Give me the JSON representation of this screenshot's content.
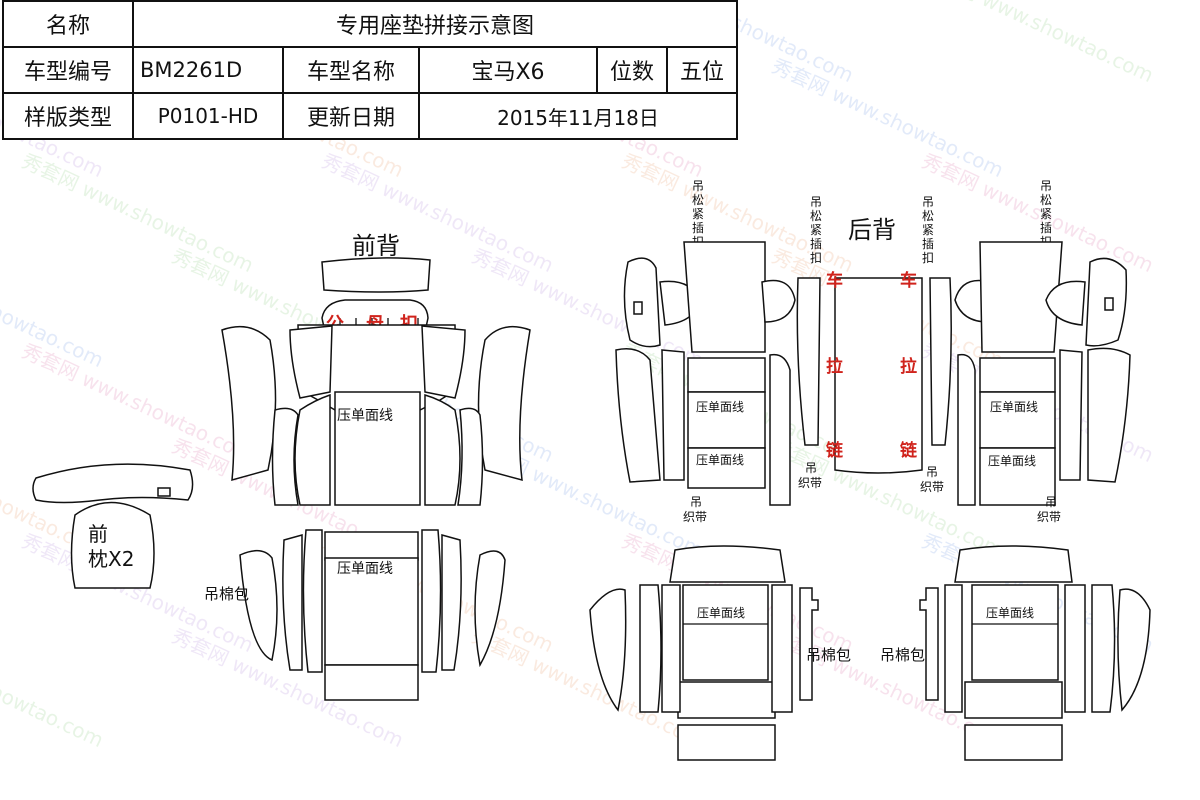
{
  "header": {
    "name_label": "名称",
    "name_value": "专用座垫拼接示意图",
    "model_no_label": "车型编号",
    "model_no_value": "BM2261D",
    "model_name_label": "车型名称",
    "model_name_value": "宝马X6",
    "seats_label": "位数",
    "seats_value": "五位",
    "pattern_type_label": "样版类型",
    "pattern_type_value": "P0101-HD",
    "update_date_label": "更新日期",
    "update_date_value": "2015年11月18日"
  },
  "labels": {
    "front_back": "前背",
    "rear_back": "后背",
    "snap": [
      "公",
      "母",
      "扣"
    ],
    "press_line": "压单面线",
    "pillow": "前",
    "pillow_qty": "枕X2",
    "cotton_bag": "吊棉包",
    "strap_1": "吊",
    "strap_2": "织带",
    "buckle": [
      "吊",
      "松",
      "紧",
      "插",
      "扣"
    ],
    "zipper": [
      "车",
      "拉",
      "链"
    ]
  },
  "watermark": {
    "brand": "秀套网",
    "url": "www.showtao.com",
    "colors": [
      "#e8a8c8",
      "#a8c0ee",
      "#b8e0b0",
      "#d0b8e8",
      "#f0c0a0"
    ]
  }
}
